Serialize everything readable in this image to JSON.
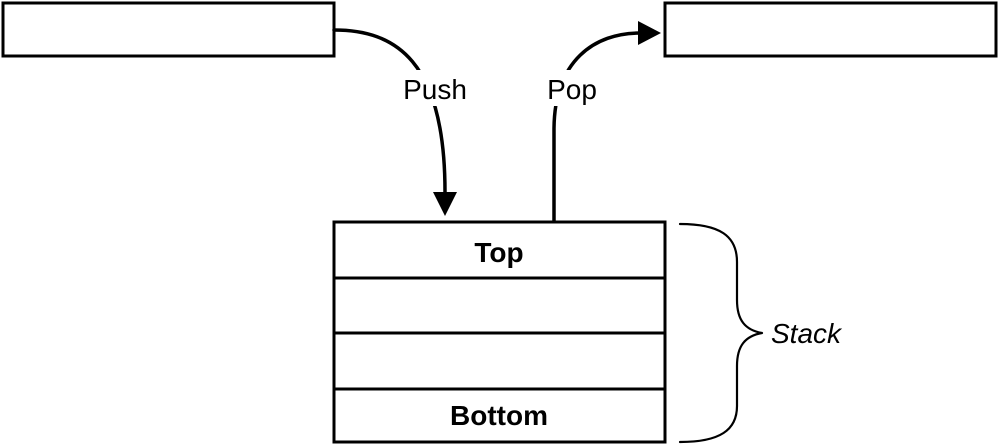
{
  "push_label": "Push",
  "pop_label": "Pop",
  "stack": {
    "label": "Stack",
    "slots": [
      "Top",
      "",
      "",
      "Bottom"
    ]
  },
  "colors": {
    "stroke": "#000000",
    "background": "#ffffff"
  }
}
